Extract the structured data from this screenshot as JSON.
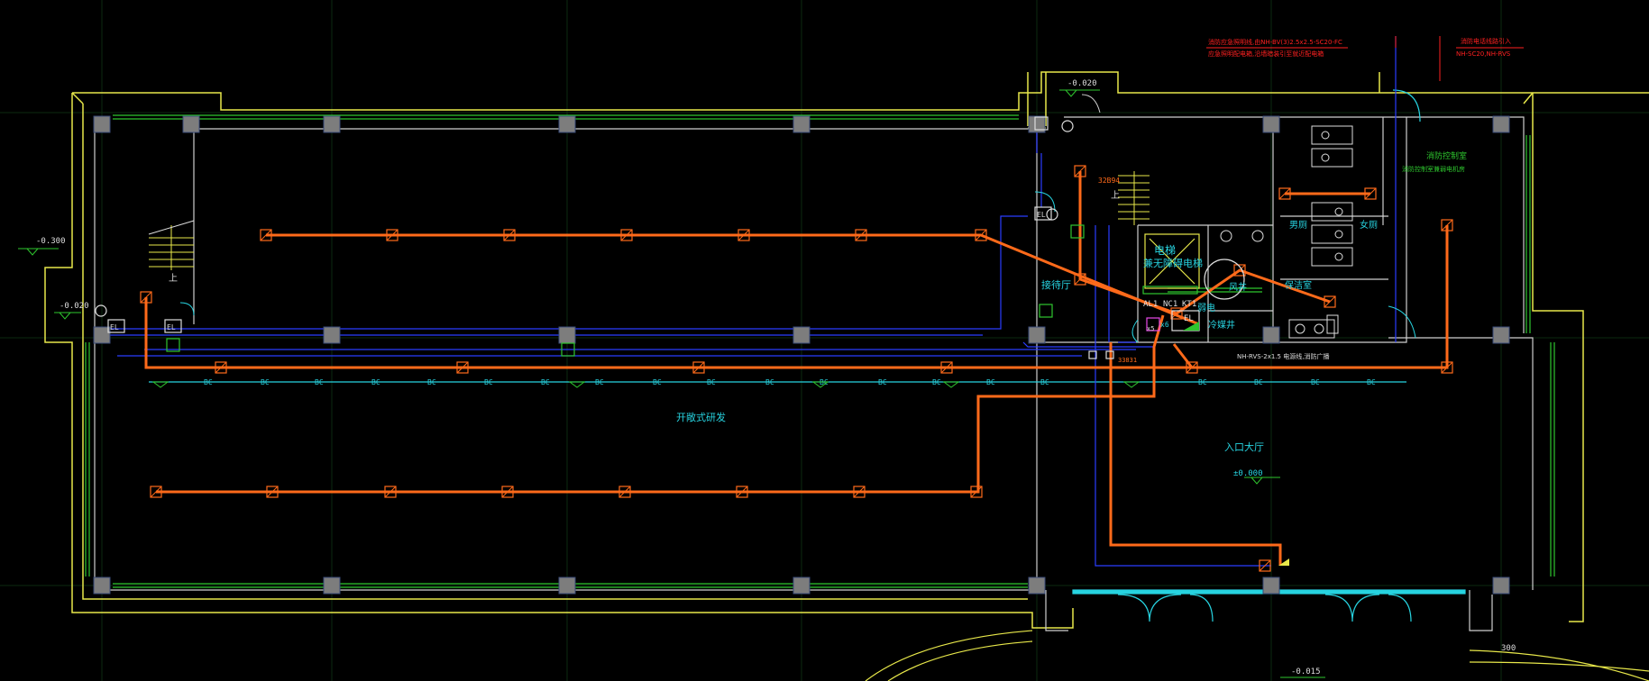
{
  "labels": {
    "open_office": "开敞式研发",
    "entrance_hall": "入口大厅",
    "reception": "接待厅",
    "elevator_line1": "电梯",
    "elevator_line2": "兼无障碍电梯",
    "weak_well": "弱电",
    "wind_well": "风井",
    "cold_well": "冷媒井",
    "cleaning": "保洁室",
    "mens_wc": "男厕",
    "womens_wc": "女厕",
    "fire_control_line1": "消防控制室",
    "fire_control_line2": "消防控制室兼弱电机房",
    "up_stair_left": "上",
    "up_stair_right": "上",
    "panel_al1": "AL1",
    "panel_nc1": "NC1",
    "panel_kt1": "KT1",
    "panel_el": "EL",
    "elev_000": "±0.000",
    "elev_m300": "-0.300",
    "elev_m020_left": "-0.020",
    "elev_m020_top": "-0.020",
    "elev_m015": "-0.015",
    "dim_300": "300",
    "note_red_1": "消防应急照明线,由NH-BV(3)2.5x2.5-SC20-FC",
    "note_red_2": "应急照明配电箱,沿墙暗装引至就近配电箱",
    "note_red_3": "消防电话线路引入",
    "note_red_4": "NH-SC20,NH-RVS",
    "note_orange_1": "32B94",
    "note_orange_2": "33831",
    "note_cyan_bottom": "NH-RVS-2x1.5 电源线,消防广播",
    "fixture_code": "BC",
    "ec_tag": "EL",
    "x6": "x6",
    "x5": "x5"
  },
  "colors": {
    "background": "#000000",
    "wall": "#e8e84a",
    "column": "#8a8a8a",
    "emergency_circuit": "#ff6a1a",
    "signal_line": "#2a3cff",
    "cyan": "#27d3e0",
    "red_note": "#ff2020",
    "green": "#2ec62e",
    "grid": "#0e2a0e",
    "white": "#dddddd"
  }
}
